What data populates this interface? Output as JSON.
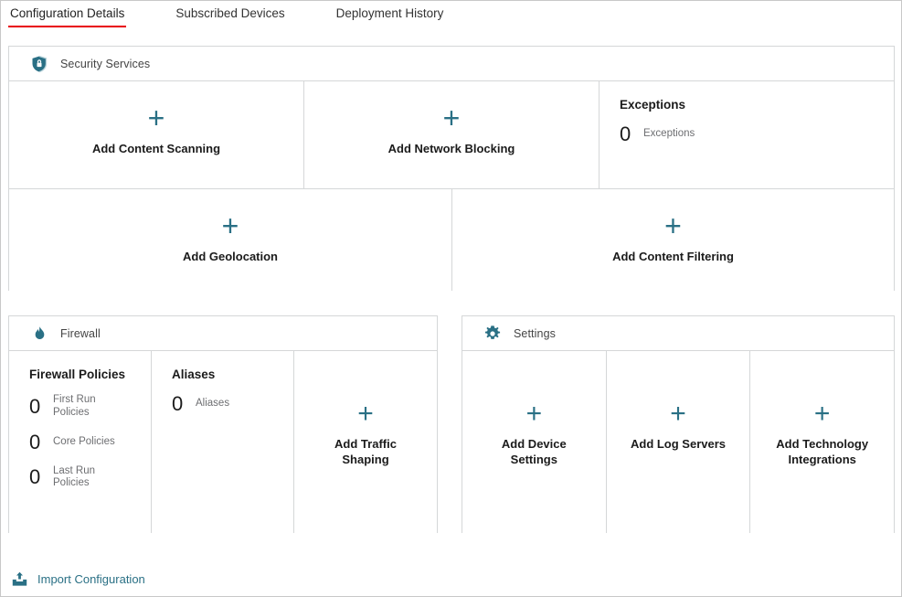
{
  "tabs": [
    {
      "label": "Configuration Details",
      "active": true
    },
    {
      "label": "Subscribed Devices",
      "active": false
    },
    {
      "label": "Deployment History",
      "active": false
    }
  ],
  "colors": {
    "accent_teal": "#2a7085",
    "active_tab_underline": "#e8000a",
    "panel_border": "#d5d7d8",
    "muted_text": "#6d6e71"
  },
  "security_services": {
    "title": "Security Services",
    "icon": "shield-lock-icon",
    "row1": {
      "tiles": [
        {
          "plus": "+",
          "label": "Add Content Scanning",
          "icon": "plus-icon"
        },
        {
          "plus": "+",
          "label": "Add Network Blocking",
          "icon": "plus-icon"
        }
      ],
      "stat": {
        "heading": "Exceptions",
        "rows": [
          {
            "value": "0",
            "label": "Exceptions"
          }
        ]
      }
    },
    "row2": {
      "tiles": [
        {
          "plus": "+",
          "label": "Add Geolocation",
          "icon": "plus-icon"
        },
        {
          "plus": "+",
          "label": "Add Content Filtering",
          "icon": "plus-icon"
        }
      ]
    }
  },
  "firewall": {
    "title": "Firewall",
    "icon": "flame-icon",
    "policies": {
      "heading": "Firewall Policies",
      "rows": [
        {
          "value": "0",
          "label": "First Run Policies"
        },
        {
          "value": "0",
          "label": "Core Policies"
        },
        {
          "value": "0",
          "label": "Last Run Policies"
        }
      ]
    },
    "aliases": {
      "heading": "Aliases",
      "rows": [
        {
          "value": "0",
          "label": "Aliases"
        }
      ]
    },
    "tile": {
      "plus": "+",
      "label": "Add Traffic Shaping",
      "icon": "plus-icon"
    }
  },
  "settings": {
    "title": "Settings",
    "icon": "gear-icon",
    "tiles": [
      {
        "plus": "+",
        "label": "Add Device Settings",
        "icon": "plus-icon"
      },
      {
        "plus": "+",
        "label": "Add Log Servers",
        "icon": "plus-icon"
      },
      {
        "plus": "+",
        "label": "Add Technology Integrations",
        "icon": "plus-icon"
      }
    ]
  },
  "footer": {
    "import_label": "Import Configuration",
    "icon": "upload-icon"
  }
}
